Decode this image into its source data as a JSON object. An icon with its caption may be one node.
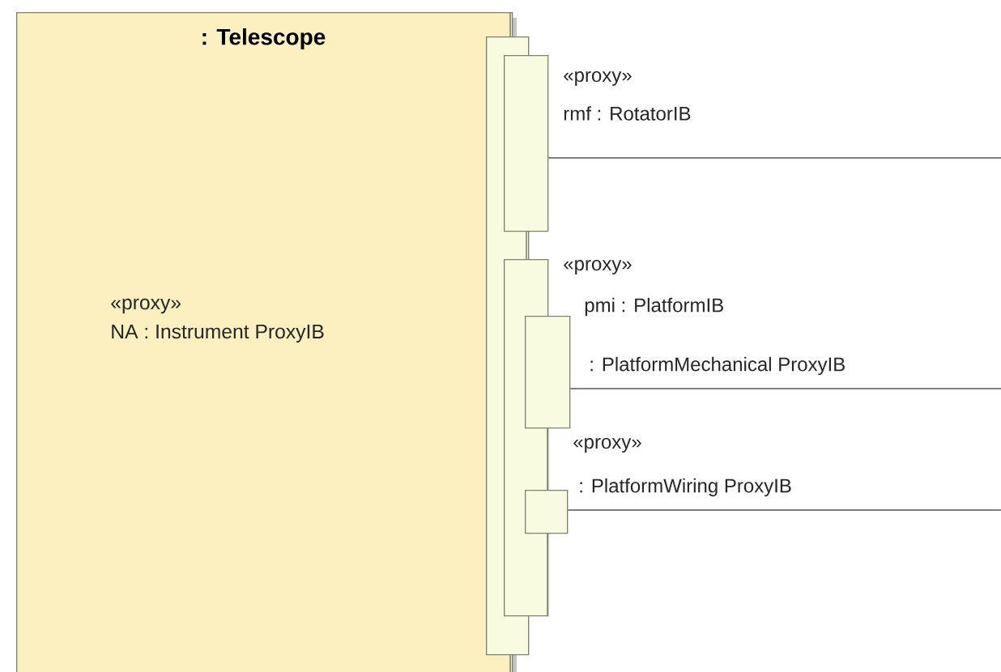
{
  "diagram": {
    "nodes": [
      {
        "text": [
          ": Telescope",
          "«proxy»",
          "NA : Instrument ProxyIB"
        ]
      },
      {
        "text": [],
        "shape": "box"
      },
      {
        "text": [],
        "shape": "box",
        "beside": [
          "«proxy»",
          "rmf : RotatorIB"
        ]
      },
      {
        "text": [],
        "shape": "box",
        "beside": [
          "«proxy»",
          "pmi : PlatformIB"
        ]
      },
      {
        "text": [],
        "shape": "box",
        "beside": [
          ": PlatformMechanical ProxyIB"
        ]
      },
      {
        "text": [],
        "shape": "box",
        "beside": [
          ": PlatformWiring ProxyIB"
        ]
      }
    ],
    "edges": [
      {
        "from": 2,
        "to": null,
        "arrow": "none"
      },
      {
        "from": 4,
        "to": null,
        "arrow": "none"
      },
      {
        "from": 5,
        "to": null,
        "arrow": "none"
      },
      {
        "from": 0,
        "to": 1,
        "arrow": "none"
      },
      {
        "from": 1,
        "to": 0,
        "arrow": "none"
      },
      {
        "from": 2,
        "to": 3,
        "arrow": "none"
      },
      {
        "from": 4,
        "to": 5,
        "arrow": "none"
      },
      {
        "from": 5,
        "to": 3,
        "arrow": "none"
      }
    ],
    "labels": [
      "«proxy»"
    ]
  }
}
